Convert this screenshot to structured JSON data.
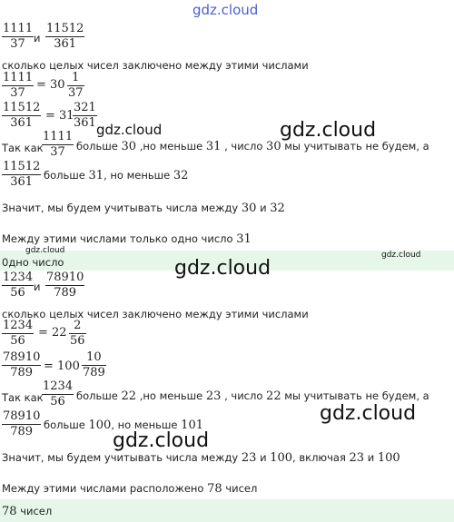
{
  "watermark": "gdz.cloud",
  "p1": {
    "frac_a": {
      "n": "1111",
      "d": "37"
    },
    "and": "и",
    "frac_b": {
      "n": "11512",
      "d": "361"
    },
    "question": "сколько целых чисел заключено между этими числами",
    "eq1": {
      "n": "1111",
      "d": "37",
      "whole": "= 30",
      "rn": "1",
      "rd": "37"
    },
    "eq2": {
      "n": "11512",
      "d": "361",
      "whole": "= 31",
      "rn": "321",
      "rd": "361"
    },
    "since_prefix": "Так как",
    "since_frac": {
      "n": "1111",
      "d": "37"
    },
    "since_mid1": "больше",
    "since_v1": "30",
    "since_mid2": ",но меньше",
    "since_v2": "31",
    "since_mid3": ", число",
    "since_v3": "30",
    "since_tail": "мы учитывать не будем, а",
    "b_frac": {
      "n": "11512",
      "d": "361"
    },
    "b_mid1": "больше",
    "b_v1": "31",
    "b_mid2": ", но меньше",
    "b_v2": "32",
    "conc_prefix": "Значит, мы будем учитывать числа между",
    "conc_v1": "30",
    "conc_and": "и",
    "conc_v2": "32",
    "between_prefix": "Между этими числами только одно число",
    "between_v": "31",
    "answer": "0дно число"
  },
  "p2": {
    "frac_a": {
      "n": "1234",
      "d": "56"
    },
    "and": "и",
    "frac_b": {
      "n": "78910",
      "d": "789"
    },
    "question": "сколько целых чисел заключено между этими числами",
    "eq1": {
      "n": "1234",
      "d": "56",
      "whole": "= 22",
      "rn": "2",
      "rd": "56"
    },
    "eq2": {
      "n": "78910",
      "d": "789",
      "whole": "= 100",
      "rn": "10",
      "rd": "789"
    },
    "since_prefix": "Так как",
    "since_frac": {
      "n": "1234",
      "d": "56"
    },
    "since_mid1": "больше",
    "since_v1": "22",
    "since_mid2": ",но меньше",
    "since_v2": "23",
    "since_mid3": ", число",
    "since_v3": "22",
    "since_tail": "мы учитывать не будем, а",
    "b_frac": {
      "n": "78910",
      "d": "789"
    },
    "b_mid1": "больше",
    "b_v1": "100",
    "b_mid2": ", но меньше",
    "b_v2": "101",
    "conc_prefix": "Значит, мы будем учитывать числа между",
    "conc_v1": "23",
    "conc_and": "и",
    "conc_v2": "100",
    "conc_mid": ", включая",
    "conc_v3": "23",
    "conc_and2": "и",
    "conc_v4": "100",
    "between_prefix": "Между этими числами расположено",
    "between_v": "78",
    "between_suffix": "чисел",
    "answer_v": "78",
    "answer_suffix": "чисел"
  }
}
